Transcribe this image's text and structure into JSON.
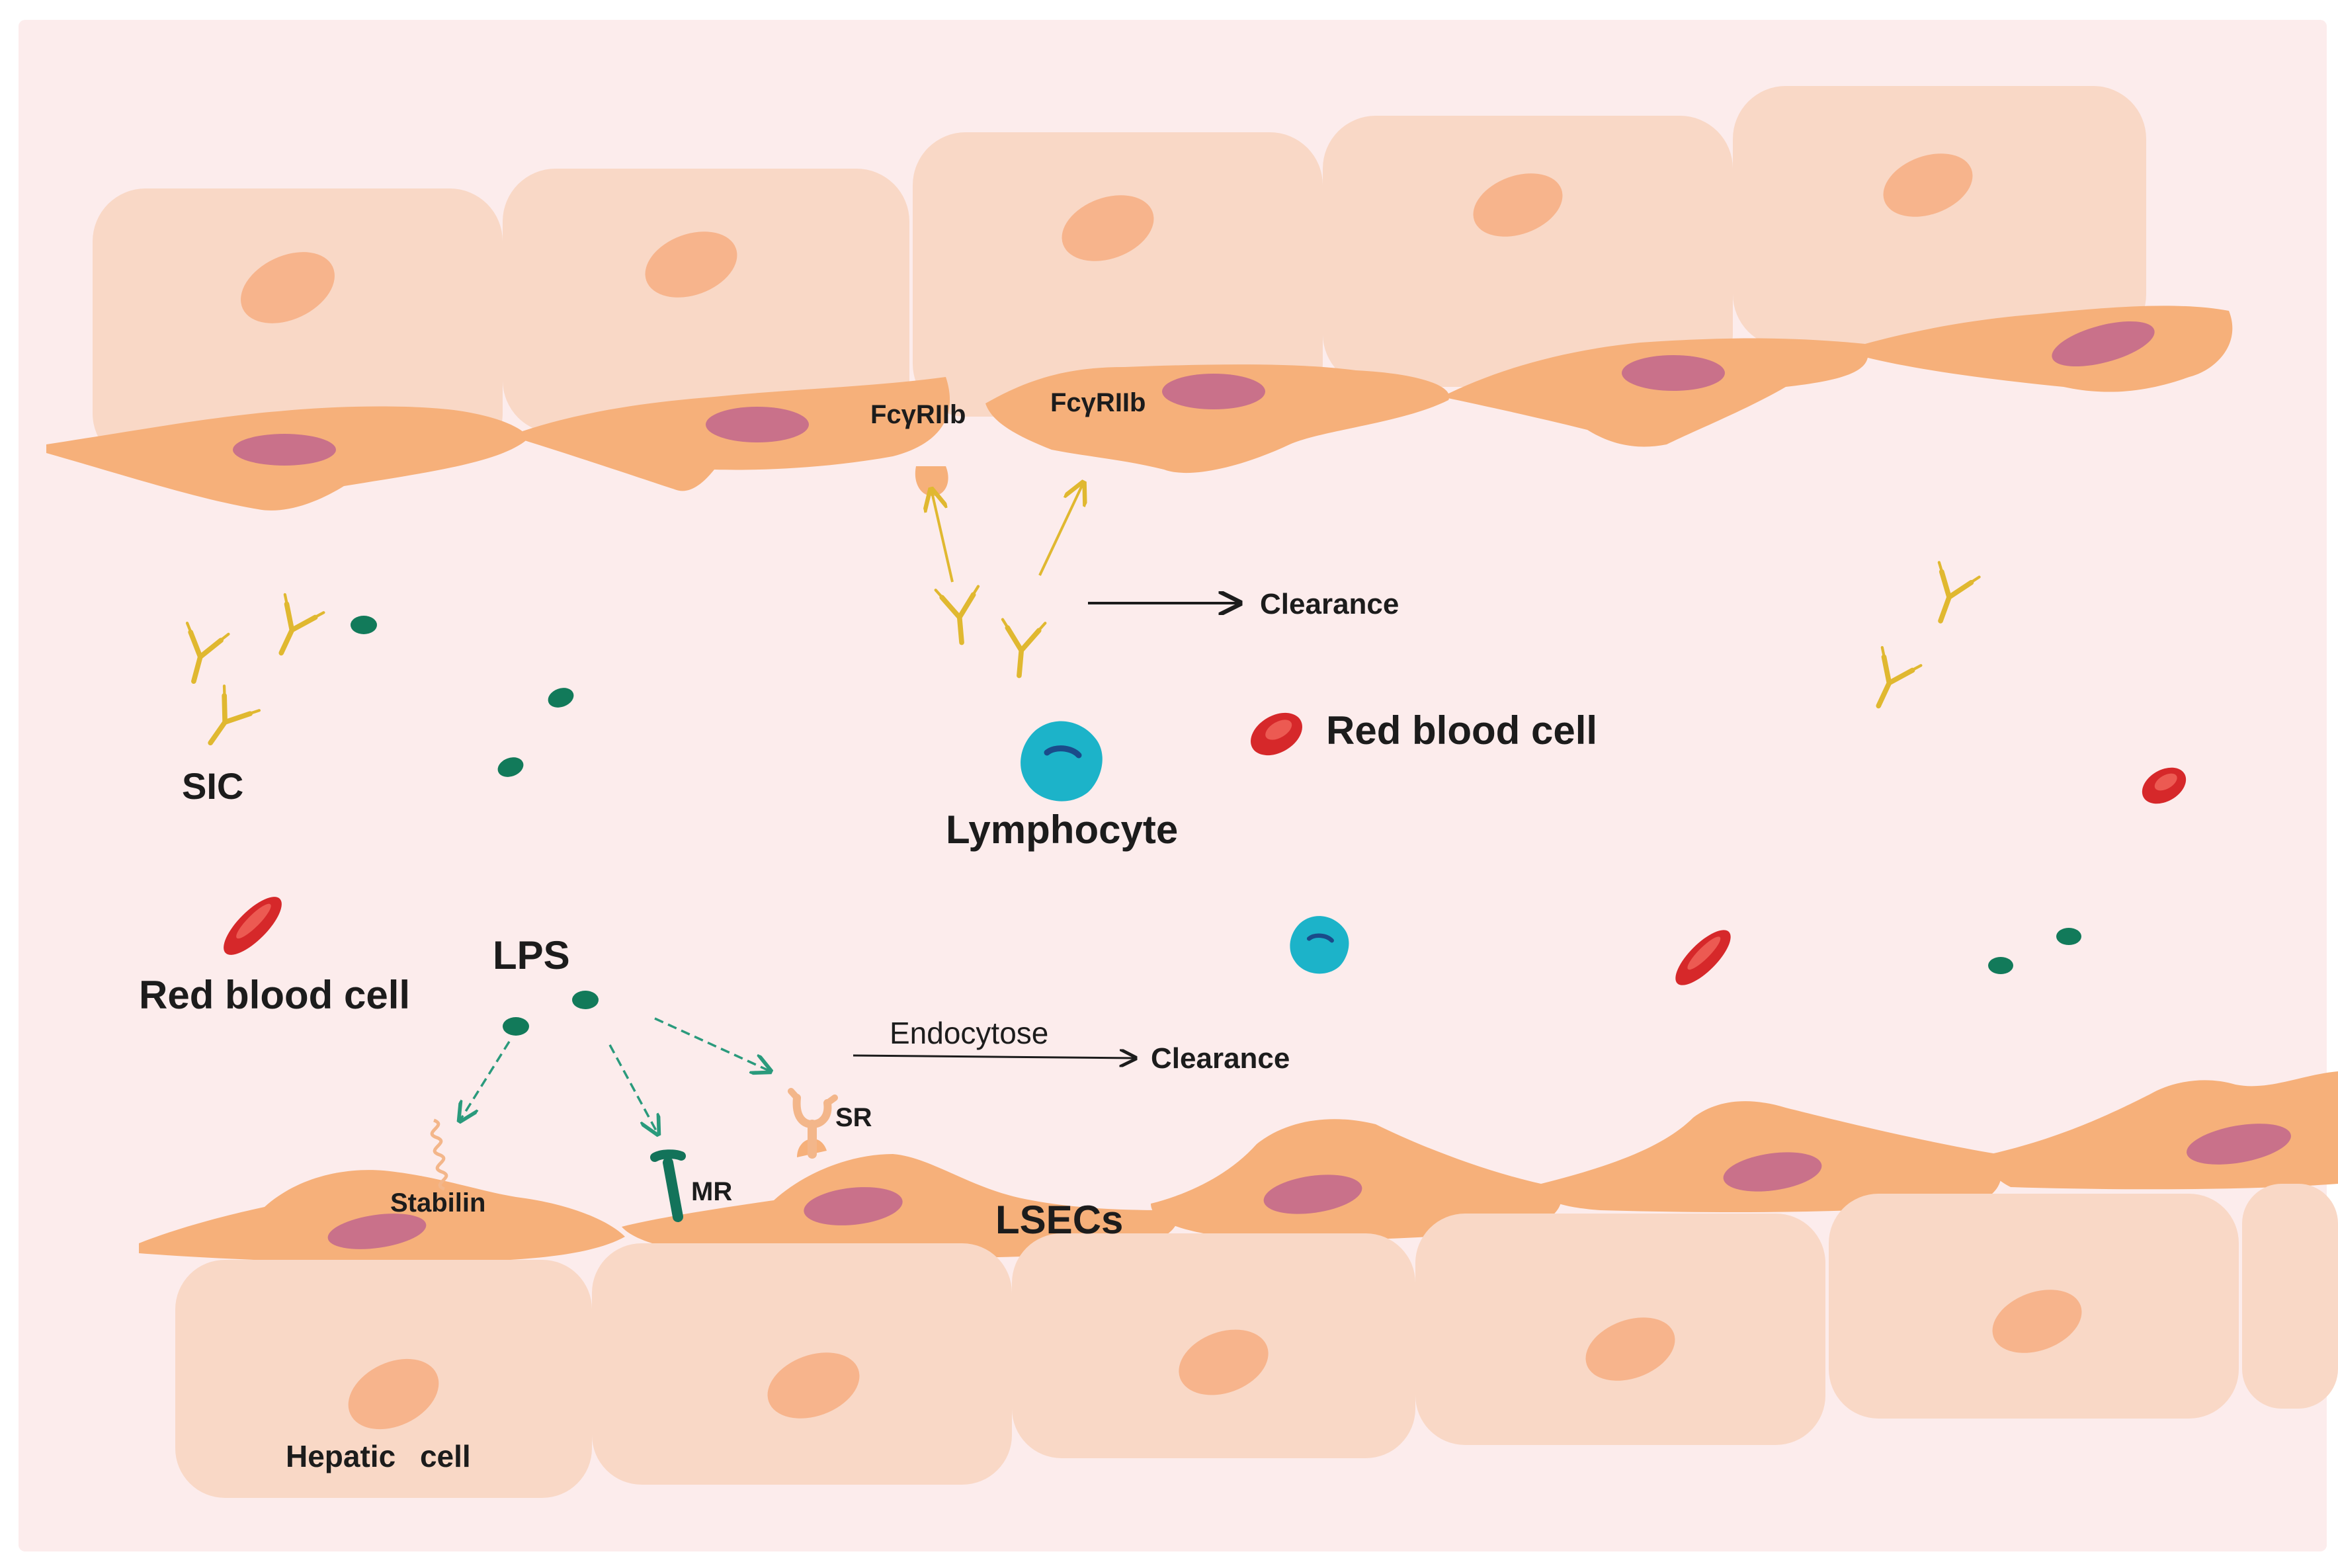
{
  "colors": {
    "background": "#fcecec",
    "hepatic_cell": "#f9d8c6",
    "hepatic_nucleus": "#f7b48c",
    "lsec": "#f6b07a",
    "lsec_nucleus": "#c9718a",
    "antibody": "#e0b830",
    "lps": "#127a5a",
    "red_blood_cell": "#d6282a",
    "lymphocyte": "#1cb3c9",
    "mr_receptor": "#13735a",
    "sr_receptor": "#f3b68a"
  },
  "labels": {
    "fcgr_left": "FcγRIIb",
    "fcgr_right": "FcγRIIb",
    "clearance_top": "Clearance",
    "sic": "SIC",
    "lymphocyte": "Lymphocyte",
    "rbc_right": "Red blood cell",
    "rbc_left": "Red blood cell",
    "lps": "LPS",
    "endocytose": "Endocytose",
    "clearance_bottom": "Clearance",
    "sr": "SR",
    "stabilin": "Stabilin",
    "mr": "MR",
    "lsecs": "LSECs",
    "hepatic_word": "Hepatic",
    "cell_word": "cell"
  },
  "icons": {
    "antibody": "y-shaped-antibody-icon",
    "lps": "lps-particle-icon",
    "red_blood_cell": "red-blood-cell-icon",
    "lymphocyte": "lymphocyte-icon",
    "mannose_receptor": "mannose-receptor-icon",
    "scavenger_receptor": "scavenger-receptor-icon",
    "stabilin": "stabilin-receptor-icon"
  }
}
